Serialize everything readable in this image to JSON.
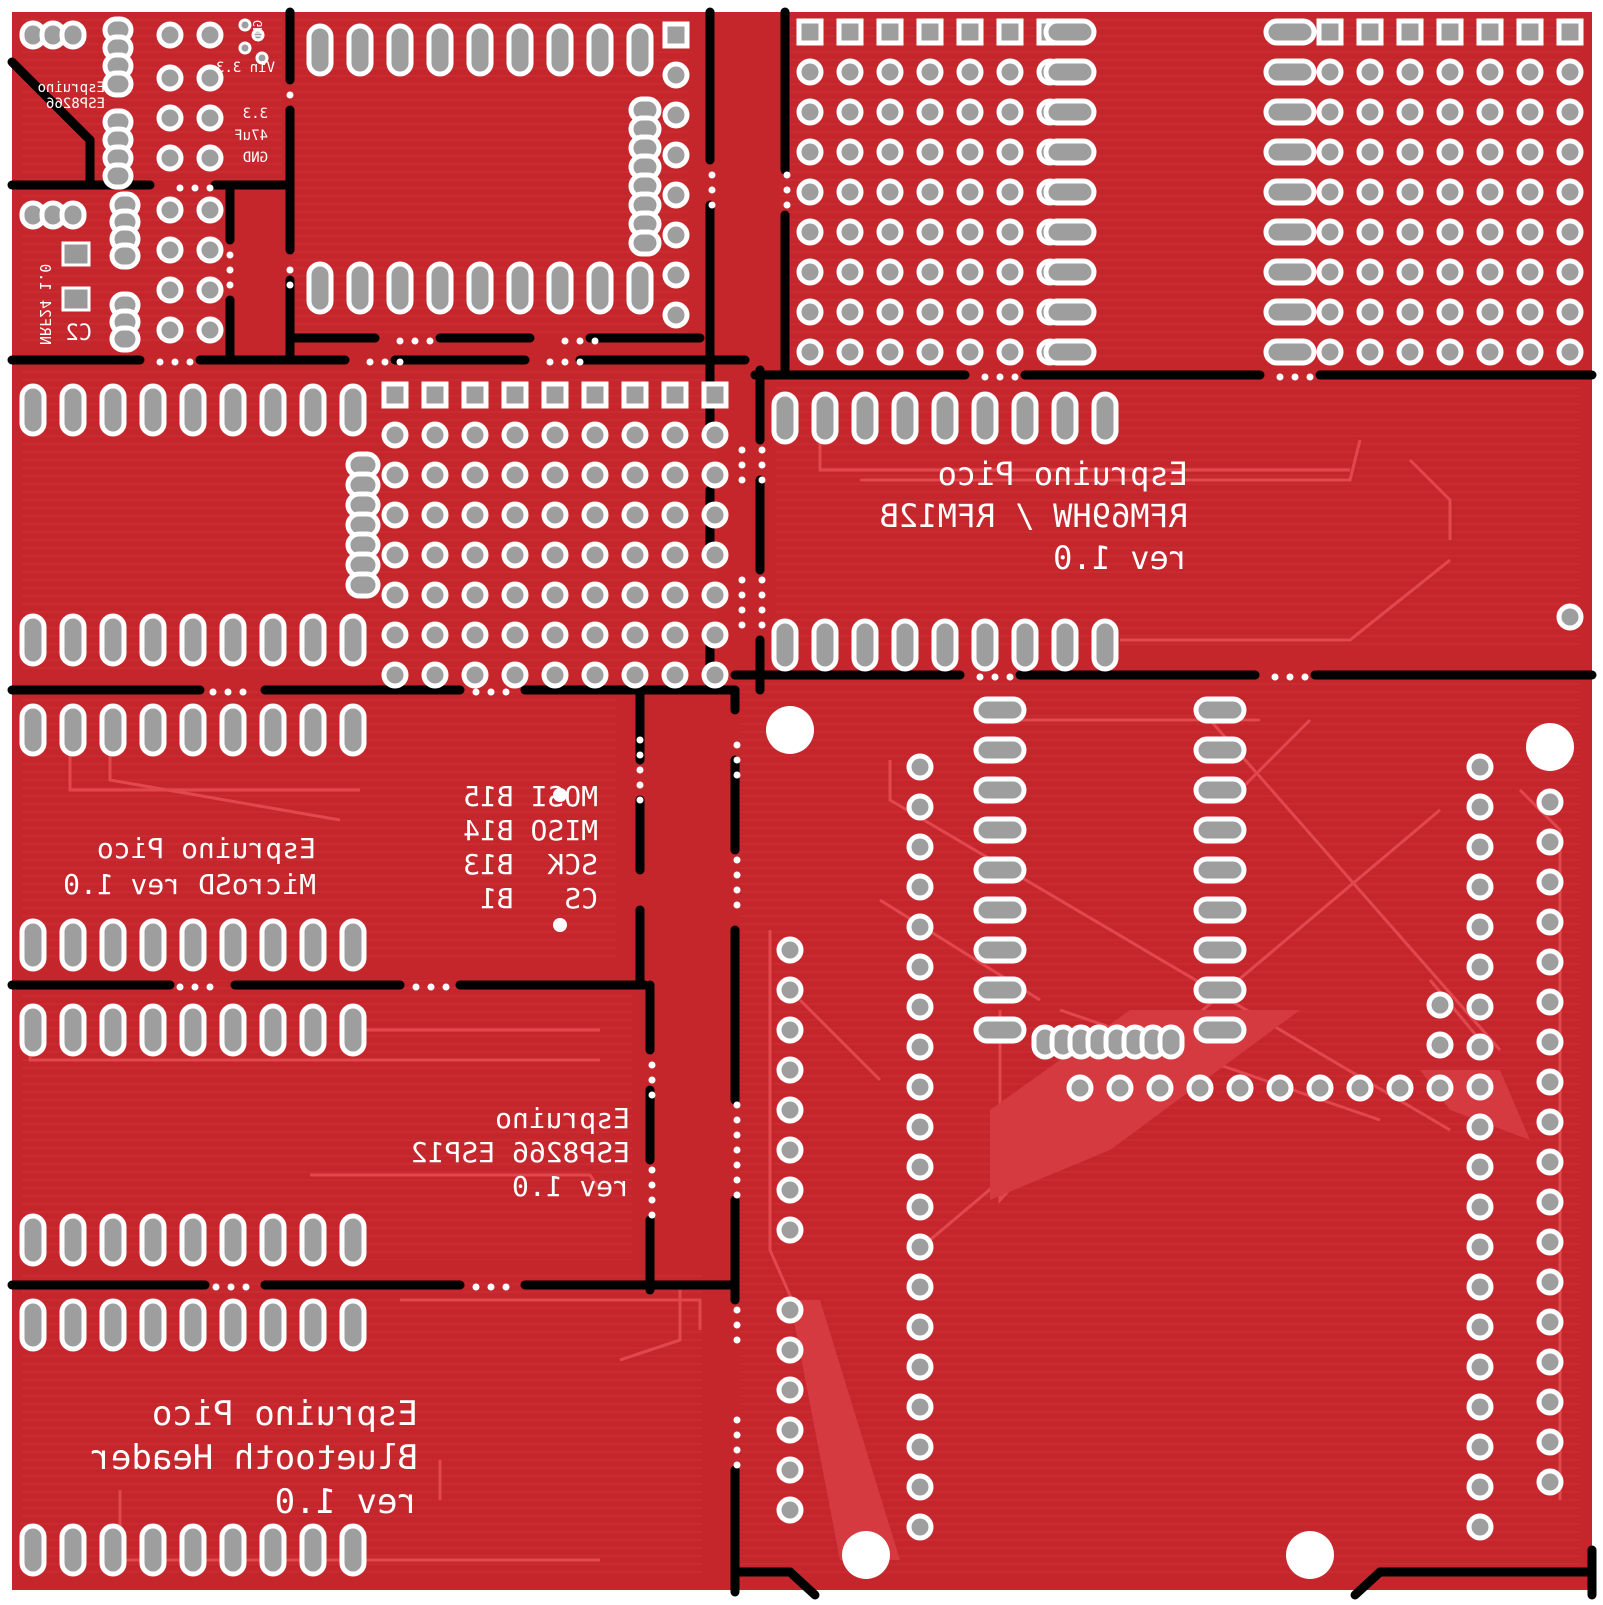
{
  "colors": {
    "board": "#c5262c",
    "board_dark": "#b92329",
    "trace": "#e0474c",
    "pad": "#9e9e9e",
    "pad_ring": "#ffffff",
    "cut": "#000000",
    "silk": "#ffffff"
  },
  "labels": {
    "esp_small_1": "Espruino",
    "esp_small_2": "ESP8266",
    "gnd_top": "GND",
    "vin": "Vin 3.3",
    "v33": "3.3",
    "cap": "47uF",
    "gnd_bottom": "GND",
    "nrf_1": "NRF24 1.0",
    "nrf_c2": "C2",
    "rfm_1": "Espruino Pico",
    "rfm_2": "RFM69HW / RFM12B",
    "rfm_3": "rev 1.0",
    "sd_1": "Espruino Pico",
    "sd_2": "MicroSD rev 1.0",
    "spi_1": "MOSI B15",
    "spi_2": "MISO B14",
    "spi_3": "SCK  B13",
    "spi_4": "CS   B1",
    "esp12_1": "Espruino",
    "esp12_2": "ESP8266 ESP12",
    "esp12_3": "rev 1.0",
    "bt_1": "Espruino Pico",
    "bt_2": "Bluetooth Header",
    "bt_3": "rev 1.0"
  }
}
